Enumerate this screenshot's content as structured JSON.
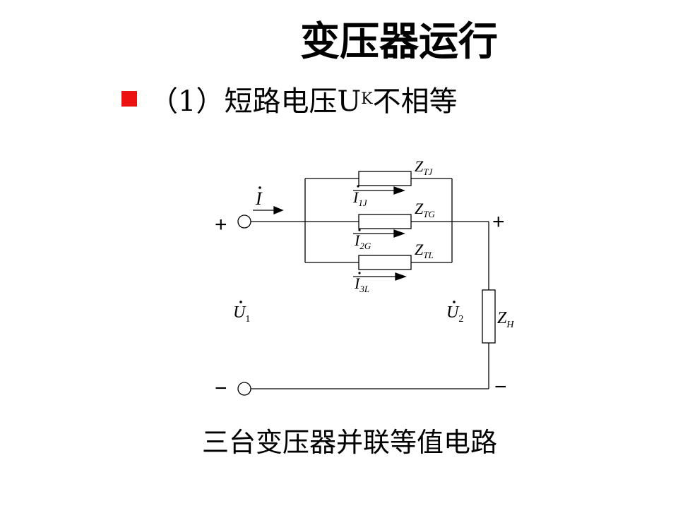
{
  "title": "变压器运行",
  "bullet": {
    "color": "#ee1111",
    "prefix": "（1）短路电压U",
    "subscript": "K",
    "suffix": "不相等"
  },
  "circuit": {
    "current_total": "I",
    "branches": [
      {
        "impedance_main": "Z",
        "impedance_sub": "TJ",
        "current_main": "I",
        "current_sub": "1J"
      },
      {
        "impedance_main": "Z",
        "impedance_sub": "TG",
        "current_main": "I",
        "current_sub": "2G"
      },
      {
        "impedance_main": "Z",
        "impedance_sub": "TL",
        "current_main": "I",
        "current_sub": "3L"
      }
    ],
    "u1_main": "U",
    "u1_sub": "1",
    "u2_main": "U",
    "u2_sub": "2",
    "load_main": "Z",
    "load_sub": "H",
    "plus": "+",
    "minus": "−"
  },
  "caption": "三台变压器并联等值电路"
}
